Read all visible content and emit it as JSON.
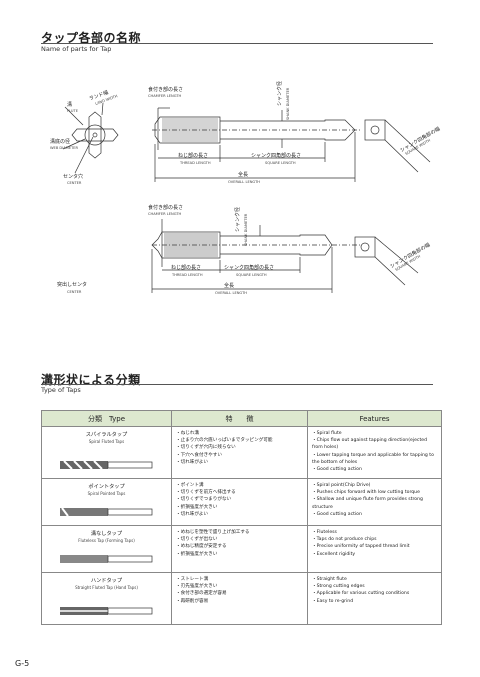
{
  "section1": {
    "title": "タップ各部の名称",
    "subtitle": "Name of parts for Tap"
  },
  "diagram1": {
    "land_width": {
      "jp": "ランド幅",
      "en": "LAND WIDTH"
    },
    "flute": {
      "jp": "溝",
      "en": "FLUTE"
    },
    "web_diameter": {
      "jp": "溝底の径",
      "en": "WEB DIAMETER"
    },
    "center": {
      "jp": "センタ穴",
      "en": "CENTER"
    },
    "chamfer_length": {
      "jp": "食付き部の長さ",
      "en": "CHAMFER LENGTH"
    },
    "shank_diameter": {
      "jp": "シャンク径",
      "en": "SHANK DIAMETER"
    },
    "thread_length": {
      "jp": "ねじ部の長さ",
      "en": "THREAD LENGTH"
    },
    "square_length": {
      "jp": "シャンク四角部の長さ",
      "en": "SQUARE LENGTH"
    },
    "overall_length": {
      "jp": "全長",
      "en": "OVERALL LENGTH"
    },
    "square_width": {
      "jp": "シャンク四角部の幅",
      "en": "SQUARE WIDTH"
    }
  },
  "diagram2": {
    "chamfer_length": {
      "jp": "食付き部の長さ",
      "en": "CHAMFER LENGTH"
    },
    "shank_diameter": {
      "jp": "シャンク径",
      "en": "SHANK DIAMETER"
    },
    "thread_length": {
      "jp": "ねじ部の長さ",
      "en": "THREAD LENGTH"
    },
    "square_length": {
      "jp": "シャンク四角部の長さ",
      "en": "SQUARE LENGTH"
    },
    "overall_length": {
      "jp": "全長",
      "en": "OVERALL LENGTH"
    },
    "center": {
      "jp": "突出しセンタ",
      "en": "CENTER"
    },
    "square_width": {
      "jp": "シャンク四角部の幅",
      "en": "SQUARE WIDTH"
    }
  },
  "section2": {
    "title": "溝形状による分類",
    "subtitle": "Type of Taps"
  },
  "table": {
    "headers": {
      "category": "分類　Type",
      "features_jp": "特　　徴",
      "features_en": "Features"
    },
    "rows": [
      {
        "jp": "スパイラルタップ",
        "en": "Spiral Fluted Taps",
        "features_jp": [
          "・ねじれ溝",
          "・止まり穴の穴底いっぱいまでタッピング可能",
          "・切りくずが穴内に残らない",
          "・下穴へ食付きやすい",
          "・切れ味がよい"
        ],
        "features_en": [
          "・Spiral flute",
          "・Chips flow out against tapping direction(ejected from holes)",
          "・Lower tapping torque and applicable for tapping to the bottom of holes",
          "・Good cutting action"
        ]
      },
      {
        "jp": "ポイントタップ",
        "en": "Spiral Pointed Taps",
        "features_jp": [
          "・ポイント溝",
          "・切りくずを前方へ排出する",
          "・切りくずでつまりがない",
          "・折損強度が大きい",
          "・切れ味がよい"
        ],
        "features_en": [
          "・Spiral point(Chip Drive)",
          "・Pushes chips forward with low cutting torque",
          "・Shallow and unique flute form provides strong structure",
          "・Good cutting action"
        ]
      },
      {
        "jp": "溝なしタップ",
        "en": "Fluteless Tap (Forming Taps)",
        "features_jp": [
          "・めねじを塑性で盛り上げ加工する",
          "・切りくずが出ない",
          "・めねじ精度が安定する",
          "・折損強度が大きい"
        ],
        "features_en": [
          "・Fluteless",
          "・Taps do not produce chips",
          "・Precise uniformity of tapped thread limit",
          "・Excellent rigidity"
        ]
      },
      {
        "jp": "ハンドタップ",
        "en": "Straight Fluted Tap (Hand Taps)",
        "features_jp": [
          "・ストレート溝",
          "・刃先強度が大きい",
          "・食付き部の選定が容易",
          "・再研削が容易"
        ],
        "features_en": [
          "・Straight flute",
          "・Strong cutting edges",
          "・Applicable for various cutting conditions",
          "・Easy to re-grind"
        ]
      }
    ]
  },
  "page_number": "G-5",
  "colors": {
    "header_bg": "#dde8cf",
    "rule": "#555555"
  }
}
